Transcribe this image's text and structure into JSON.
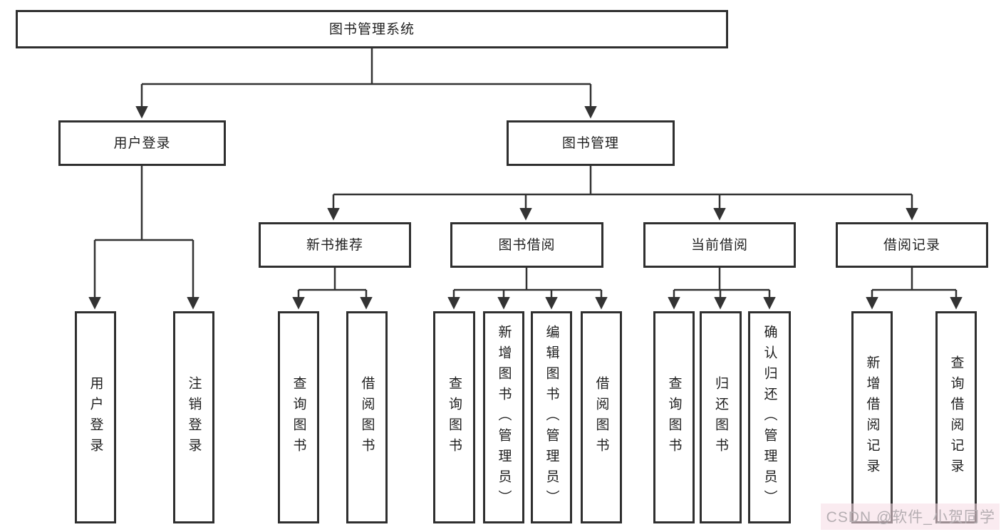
{
  "diagram": {
    "root": "图书管理系统",
    "user_login": {
      "label": "用户登录",
      "children": [
        "用户登录",
        "注销登录"
      ]
    },
    "book_management": {
      "label": "图书管理",
      "groups": [
        {
          "label": "新书推荐",
          "children": [
            "查询图书",
            "借阅图书"
          ]
        },
        {
          "label": "图书借阅",
          "children": [
            "查询图书",
            "新增图书（管理员）",
            "编辑图书（管理员）",
            "借阅图书"
          ]
        },
        {
          "label": "当前借阅",
          "children": [
            "查询图书",
            "归还图书",
            "确认归还（管理员）"
          ]
        },
        {
          "label": "借阅记录",
          "children": [
            "新增借阅记录",
            "查询借阅记录"
          ]
        }
      ]
    },
    "colors": {
      "line": "#333333",
      "box_border": "#2f2f2f",
      "text": "#1f1f1f",
      "watermark_text": "#b5aeb2",
      "watermark_bg": "#f6dbe4"
    }
  },
  "watermark": "CSDN @软件_小贺同学"
}
